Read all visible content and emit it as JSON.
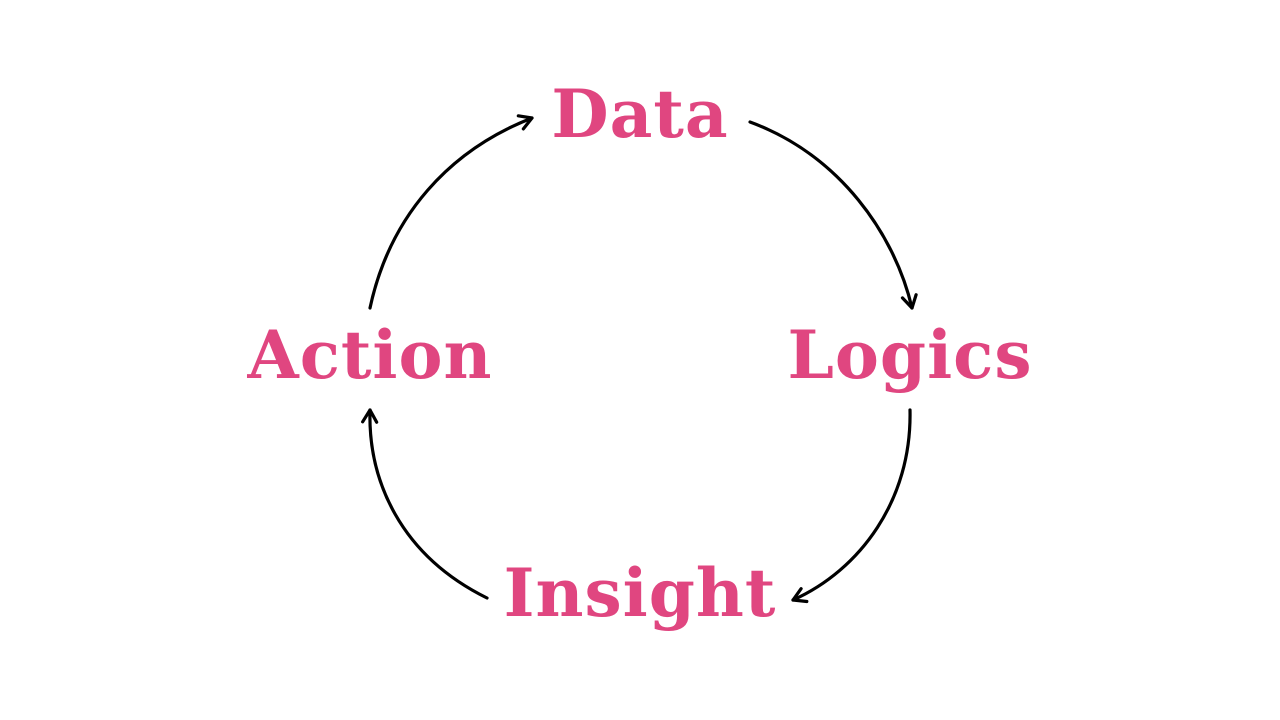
{
  "diagram": {
    "nodes": [
      {
        "id": "data",
        "label": "Data"
      },
      {
        "id": "logics",
        "label": "Logics"
      },
      {
        "id": "insight",
        "label": "Insight"
      },
      {
        "id": "action",
        "label": "Action"
      }
    ],
    "edges": [
      {
        "from": "data",
        "to": "logics"
      },
      {
        "from": "logics",
        "to": "insight"
      },
      {
        "from": "insight",
        "to": "action"
      },
      {
        "from": "action",
        "to": "data"
      }
    ],
    "colors": {
      "label": "#e04680",
      "arrow": "#000000",
      "background": "#ffffff"
    }
  }
}
